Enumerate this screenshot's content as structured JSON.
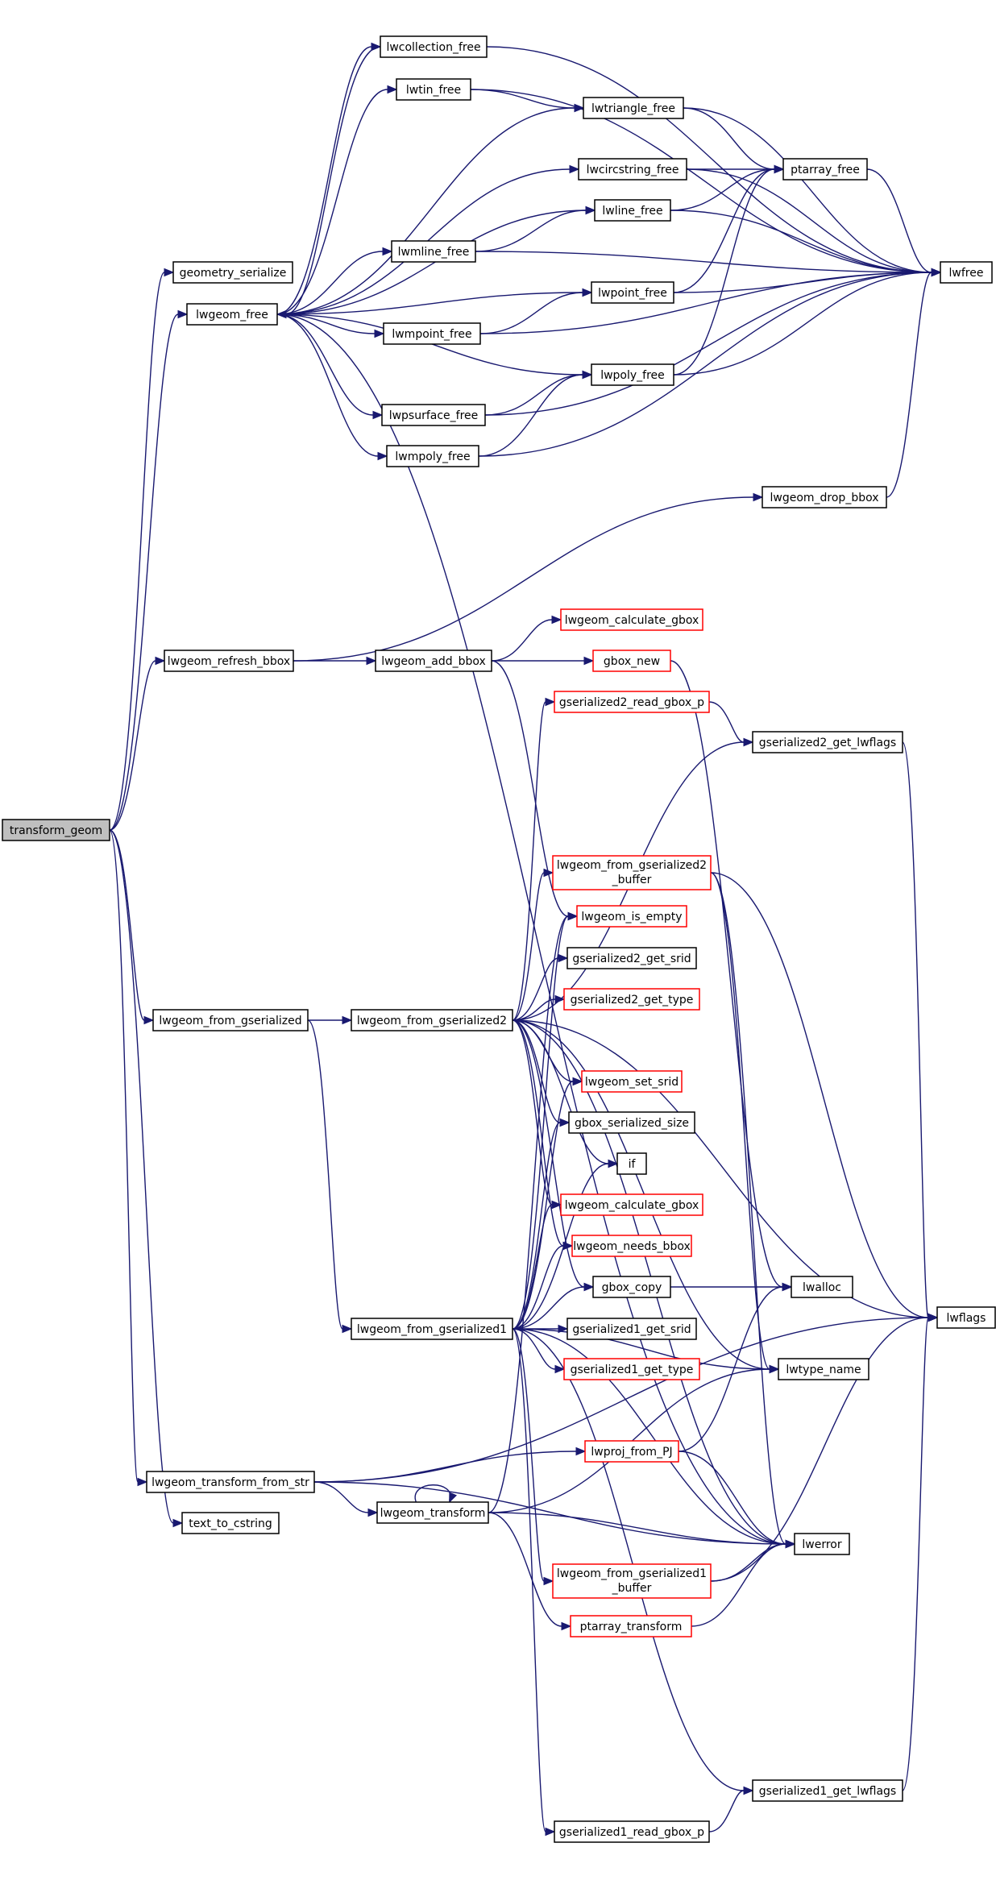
{
  "colors": {
    "edge": "#191970",
    "border_normal": "#000000",
    "border_red": "#ff0000",
    "root_fill": "#bfbfbf",
    "node_fill": "#ffffff"
  },
  "nodes": [
    {
      "id": "transform_geom",
      "label": "transform_geom",
      "style": "root"
    },
    {
      "id": "geometry_serialize",
      "label": "geometry_serialize",
      "style": "normal"
    },
    {
      "id": "lwgeom_free",
      "label": "lwgeom_free",
      "style": "normal"
    },
    {
      "id": "lwcollection_free",
      "label": "lwcollection_free",
      "style": "normal"
    },
    {
      "id": "lwtin_free",
      "label": "lwtin_free",
      "style": "normal"
    },
    {
      "id": "lwtriangle_free",
      "label": "lwtriangle_free",
      "style": "normal"
    },
    {
      "id": "lwcircstring_free",
      "label": "lwcircstring_free",
      "style": "normal"
    },
    {
      "id": "ptarray_free",
      "label": "ptarray_free",
      "style": "normal"
    },
    {
      "id": "lwline_free",
      "label": "lwline_free",
      "style": "normal"
    },
    {
      "id": "lwmline_free",
      "label": "lwmline_free",
      "style": "normal"
    },
    {
      "id": "lwfree",
      "label": "lwfree",
      "style": "normal"
    },
    {
      "id": "lwpoint_free",
      "label": "lwpoint_free",
      "style": "normal"
    },
    {
      "id": "lwmpoint_free",
      "label": "lwmpoint_free",
      "style": "normal"
    },
    {
      "id": "lwpoly_free",
      "label": "lwpoly_free",
      "style": "normal"
    },
    {
      "id": "lwpsurface_free",
      "label": "lwpsurface_free",
      "style": "normal"
    },
    {
      "id": "lwmpoly_free",
      "label": "lwmpoly_free",
      "style": "normal"
    },
    {
      "id": "lwgeom_drop_bbox",
      "label": "lwgeom_drop_bbox",
      "style": "normal"
    },
    {
      "id": "lwgeom_refresh_bbox",
      "label": "lwgeom_refresh_bbox",
      "style": "normal"
    },
    {
      "id": "lwgeom_add_bbox",
      "label": "lwgeom_add_bbox",
      "style": "normal"
    },
    {
      "id": "lwgeom_calculate_gbox_1",
      "label": "lwgeom_calculate_gbox",
      "style": "red"
    },
    {
      "id": "gbox_new",
      "label": "gbox_new",
      "style": "red"
    },
    {
      "id": "gserialized2_read_gbox_p",
      "label": "gserialized2_read_gbox_p",
      "style": "red"
    },
    {
      "id": "gserialized2_get_lwflags",
      "label": "gserialized2_get_lwflags",
      "style": "normal"
    },
    {
      "id": "lwgeom_from_gserialized2_buffer",
      "label": "lwgeom_from_gserialized2",
      "label2": "_buffer",
      "style": "red"
    },
    {
      "id": "lwgeom_is_empty",
      "label": "lwgeom_is_empty",
      "style": "red"
    },
    {
      "id": "gserialized2_get_srid",
      "label": "gserialized2_get_srid",
      "style": "normal"
    },
    {
      "id": "lwgeom_from_gserialized",
      "label": "lwgeom_from_gserialized",
      "style": "normal"
    },
    {
      "id": "lwgeom_from_gserialized2",
      "label": "lwgeom_from_gserialized2",
      "style": "normal"
    },
    {
      "id": "gserialized2_get_type",
      "label": "gserialized2_get_type",
      "style": "red"
    },
    {
      "id": "lwgeom_set_srid",
      "label": "lwgeom_set_srid",
      "style": "red"
    },
    {
      "id": "gbox_serialized_size",
      "label": "gbox_serialized_size",
      "style": "normal"
    },
    {
      "id": "if",
      "label": "if",
      "style": "normal"
    },
    {
      "id": "lwgeom_calculate_gbox_2",
      "label": "lwgeom_calculate_gbox",
      "style": "red"
    },
    {
      "id": "lwgeom_needs_bbox",
      "label": "lwgeom_needs_bbox",
      "style": "red"
    },
    {
      "id": "gbox_copy",
      "label": "gbox_copy",
      "style": "normal"
    },
    {
      "id": "lwalloc",
      "label": "lwalloc",
      "style": "normal"
    },
    {
      "id": "lwflags",
      "label": "lwflags",
      "style": "normal"
    },
    {
      "id": "lwgeom_from_gserialized1",
      "label": "lwgeom_from_gserialized1",
      "style": "normal"
    },
    {
      "id": "gserialized1_get_srid",
      "label": "gserialized1_get_srid",
      "style": "normal"
    },
    {
      "id": "gserialized1_get_type",
      "label": "gserialized1_get_type",
      "style": "red"
    },
    {
      "id": "lwtype_name",
      "label": "lwtype_name",
      "style": "normal"
    },
    {
      "id": "lwgeom_transform_from_str",
      "label": "lwgeom_transform_from_str",
      "style": "normal"
    },
    {
      "id": "lwproj_from_PJ",
      "label": "lwproj_from_PJ",
      "style": "red"
    },
    {
      "id": "text_to_cstring",
      "label": "text_to_cstring",
      "style": "normal"
    },
    {
      "id": "lwgeom_transform",
      "label": "lwgeom_transform",
      "style": "normal"
    },
    {
      "id": "lwerror",
      "label": "lwerror",
      "style": "normal"
    },
    {
      "id": "lwgeom_from_gserialized1_buffer",
      "label": "lwgeom_from_gserialized1",
      "label2": "_buffer",
      "style": "red"
    },
    {
      "id": "ptarray_transform",
      "label": "ptarray_transform",
      "style": "red"
    },
    {
      "id": "gserialized1_get_lwflags",
      "label": "gserialized1_get_lwflags",
      "style": "normal"
    },
    {
      "id": "gserialized1_read_gbox_p",
      "label": "gserialized1_read_gbox_p",
      "style": "normal"
    }
  ],
  "edges": [
    [
      "transform_geom",
      "geometry_serialize"
    ],
    [
      "transform_geom",
      "lwgeom_free"
    ],
    [
      "transform_geom",
      "lwgeom_refresh_bbox"
    ],
    [
      "transform_geom",
      "lwgeom_from_gserialized"
    ],
    [
      "transform_geom",
      "lwgeom_transform_from_str"
    ],
    [
      "transform_geom",
      "text_to_cstring"
    ],
    [
      "lwgeom_free",
      "lwcollection_free"
    ],
    [
      "lwgeom_free",
      "lwtin_free"
    ],
    [
      "lwgeom_free",
      "lwtriangle_free"
    ],
    [
      "lwgeom_free",
      "lwcircstring_free"
    ],
    [
      "lwgeom_free",
      "lwline_free"
    ],
    [
      "lwgeom_free",
      "lwmline_free"
    ],
    [
      "lwgeom_free",
      "lwpoint_free"
    ],
    [
      "lwgeom_free",
      "lwmpoint_free"
    ],
    [
      "lwgeom_free",
      "lwpoly_free"
    ],
    [
      "lwgeom_free",
      "lwpsurface_free"
    ],
    [
      "lwgeom_free",
      "lwmpoly_free"
    ],
    [
      "lwgeom_free",
      "lwerror"
    ],
    [
      "lwcollection_free",
      "lwgeom_free"
    ],
    [
      "lwcollection_free",
      "lwfree"
    ],
    [
      "lwtin_free",
      "lwtriangle_free"
    ],
    [
      "lwtin_free",
      "lwfree"
    ],
    [
      "lwtriangle_free",
      "ptarray_free"
    ],
    [
      "lwtriangle_free",
      "lwfree"
    ],
    [
      "lwcircstring_free",
      "ptarray_free"
    ],
    [
      "lwcircstring_free",
      "lwfree"
    ],
    [
      "lwline_free",
      "ptarray_free"
    ],
    [
      "lwline_free",
      "lwfree"
    ],
    [
      "lwmline_free",
      "lwline_free"
    ],
    [
      "lwmline_free",
      "lwfree"
    ],
    [
      "ptarray_free",
      "lwfree"
    ],
    [
      "lwpoint_free",
      "ptarray_free"
    ],
    [
      "lwpoint_free",
      "lwfree"
    ],
    [
      "lwmpoint_free",
      "lwpoint_free"
    ],
    [
      "lwmpoint_free",
      "lwfree"
    ],
    [
      "lwpoly_free",
      "ptarray_free"
    ],
    [
      "lwpoly_free",
      "lwfree"
    ],
    [
      "lwpsurface_free",
      "lwpoly_free"
    ],
    [
      "lwpsurface_free",
      "lwfree"
    ],
    [
      "lwmpoly_free",
      "lwpoly_free"
    ],
    [
      "lwmpoly_free",
      "lwfree"
    ],
    [
      "lwgeom_drop_bbox",
      "lwfree"
    ],
    [
      "lwgeom_refresh_bbox",
      "lwgeom_drop_bbox"
    ],
    [
      "lwgeom_refresh_bbox",
      "lwgeom_add_bbox"
    ],
    [
      "lwgeom_add_bbox",
      "lwgeom_calculate_gbox_1"
    ],
    [
      "lwgeom_add_bbox",
      "gbox_new"
    ],
    [
      "lwgeom_add_bbox",
      "lwgeom_is_empty"
    ],
    [
      "gbox_new",
      "lwalloc"
    ],
    [
      "gserialized2_read_gbox_p",
      "gserialized2_get_lwflags"
    ],
    [
      "gserialized2_get_lwflags",
      "lwflags"
    ],
    [
      "lwgeom_from_gserialized2_buffer",
      "lwflags"
    ],
    [
      "lwgeom_from_gserialized2_buffer",
      "lwerror"
    ],
    [
      "lwgeom_from_gserialized2_buffer",
      "lwtype_name"
    ],
    [
      "lwgeom_from_gserialized",
      "lwgeom_from_gserialized2"
    ],
    [
      "lwgeom_from_gserialized",
      "lwgeom_from_gserialized1"
    ],
    [
      "lwgeom_from_gserialized2",
      "gserialized2_read_gbox_p"
    ],
    [
      "lwgeom_from_gserialized2",
      "gserialized2_get_lwflags"
    ],
    [
      "lwgeom_from_gserialized2",
      "lwgeom_from_gserialized2_buffer"
    ],
    [
      "lwgeom_from_gserialized2",
      "gserialized2_get_srid"
    ],
    [
      "lwgeom_from_gserialized2",
      "gserialized2_get_type"
    ],
    [
      "lwgeom_from_gserialized2",
      "lwgeom_set_srid"
    ],
    [
      "lwgeom_from_gserialized2",
      "gbox_serialized_size"
    ],
    [
      "lwgeom_from_gserialized2",
      "if"
    ],
    [
      "lwgeom_from_gserialized2",
      "lwgeom_calculate_gbox_2"
    ],
    [
      "lwgeom_from_gserialized2",
      "lwgeom_needs_bbox"
    ],
    [
      "lwgeom_from_gserialized2",
      "gbox_copy"
    ],
    [
      "lwgeom_from_gserialized2",
      "lwflags"
    ],
    [
      "lwgeom_from_gserialized2",
      "lwerror"
    ],
    [
      "lwgeom_from_gserialized2",
      "lwtype_name"
    ],
    [
      "gbox_copy",
      "lwalloc"
    ],
    [
      "lwgeom_from_gserialized1",
      "lwgeom_is_empty"
    ],
    [
      "lwgeom_from_gserialized1",
      "lwgeom_set_srid"
    ],
    [
      "lwgeom_from_gserialized1",
      "gbox_serialized_size"
    ],
    [
      "lwgeom_from_gserialized1",
      "if"
    ],
    [
      "lwgeom_from_gserialized1",
      "lwgeom_calculate_gbox_2"
    ],
    [
      "lwgeom_from_gserialized1",
      "lwgeom_needs_bbox"
    ],
    [
      "lwgeom_from_gserialized1",
      "gbox_copy"
    ],
    [
      "lwgeom_from_gserialized1",
      "gserialized1_get_srid"
    ],
    [
      "lwgeom_from_gserialized1",
      "gserialized1_get_type"
    ],
    [
      "lwgeom_from_gserialized1",
      "lwtype_name"
    ],
    [
      "lwgeom_from_gserialized1",
      "lwerror"
    ],
    [
      "lwgeom_from_gserialized1",
      "lwgeom_from_gserialized1_buffer"
    ],
    [
      "lwgeom_from_gserialized1",
      "gserialized1_get_lwflags"
    ],
    [
      "lwgeom_from_gserialized1",
      "gserialized1_read_gbox_p"
    ],
    [
      "lwgeom_transform_from_str",
      "lwproj_from_PJ"
    ],
    [
      "lwgeom_transform_from_str",
      "lwgeom_transform"
    ],
    [
      "lwgeom_transform_from_str",
      "lwerror"
    ],
    [
      "lwgeom_transform_from_str",
      "lwflags"
    ],
    [
      "lwproj_from_PJ",
      "lwalloc"
    ],
    [
      "lwproj_from_PJ",
      "lwerror"
    ],
    [
      "lwgeom_transform",
      "lwgeom_transform"
    ],
    [
      "lwgeom_transform",
      "lwgeom_is_empty"
    ],
    [
      "lwgeom_transform",
      "lwtype_name"
    ],
    [
      "lwgeom_transform",
      "ptarray_transform"
    ],
    [
      "lwgeom_transform",
      "lwerror"
    ],
    [
      "lwgeom_from_gserialized1_buffer",
      "lwerror"
    ],
    [
      "lwgeom_from_gserialized1_buffer",
      "lwflags"
    ],
    [
      "ptarray_transform",
      "lwerror"
    ],
    [
      "gserialized1_read_gbox_p",
      "gserialized1_get_lwflags"
    ],
    [
      "gserialized1_get_lwflags",
      "lwflags"
    ]
  ]
}
